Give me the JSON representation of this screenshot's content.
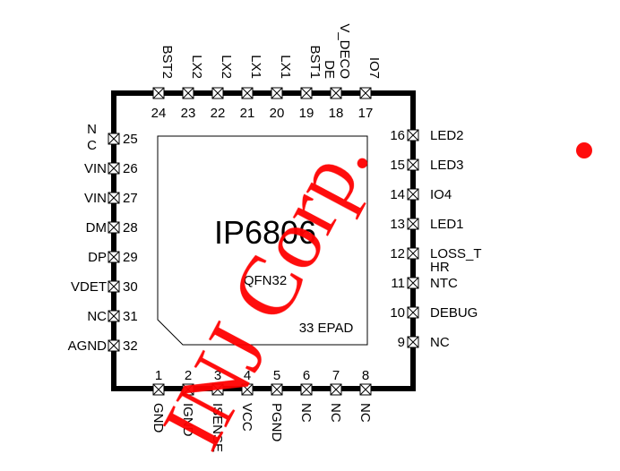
{
  "chip": {
    "name": "IP6806",
    "package": "QFN32",
    "epad": "33 EPAD"
  },
  "pins": {
    "bottom": [
      {
        "num": "1",
        "name": "GND"
      },
      {
        "num": "2",
        "name": "IGND"
      },
      {
        "num": "3",
        "name": "ISENSE"
      },
      {
        "num": "4",
        "name": "VCC"
      },
      {
        "num": "5",
        "name": "PGND"
      },
      {
        "num": "6",
        "name": "NC"
      },
      {
        "num": "7",
        "name": "NC"
      },
      {
        "num": "8",
        "name": "NC"
      }
    ],
    "right": [
      {
        "num": "9",
        "name": "NC"
      },
      {
        "num": "10",
        "name": "DEBUG"
      },
      {
        "num": "11",
        "name": "NTC"
      },
      {
        "num": "12",
        "name": "LOSS_T",
        "name2": "HR"
      },
      {
        "num": "13",
        "name": "LED1"
      },
      {
        "num": "14",
        "name": "IO4"
      },
      {
        "num": "15",
        "name": "LED3"
      },
      {
        "num": "16",
        "name": "LED2"
      }
    ],
    "top": [
      {
        "num": "17",
        "name": "IO7"
      },
      {
        "num": "18",
        "name": "V_DECO",
        "name2": "DE"
      },
      {
        "num": "19",
        "name": "BST1"
      },
      {
        "num": "20",
        "name": "LX1"
      },
      {
        "num": "21",
        "name": "LX1"
      },
      {
        "num": "22",
        "name": "LX2"
      },
      {
        "num": "23",
        "name": "LX2"
      },
      {
        "num": "24",
        "name": "BST2"
      }
    ],
    "left": [
      {
        "num": "25",
        "name": "N",
        "name2": "C"
      },
      {
        "num": "26",
        "name": "VIN"
      },
      {
        "num": "27",
        "name": "VIN"
      },
      {
        "num": "28",
        "name": "DM"
      },
      {
        "num": "29",
        "name": "DP"
      },
      {
        "num": "30",
        "name": "VDET"
      },
      {
        "num": "31",
        "name": "NC"
      },
      {
        "num": "32",
        "name": "AGND"
      }
    ]
  },
  "watermark": {
    "text": "INJ Corp.",
    "color": "#ff0000"
  }
}
